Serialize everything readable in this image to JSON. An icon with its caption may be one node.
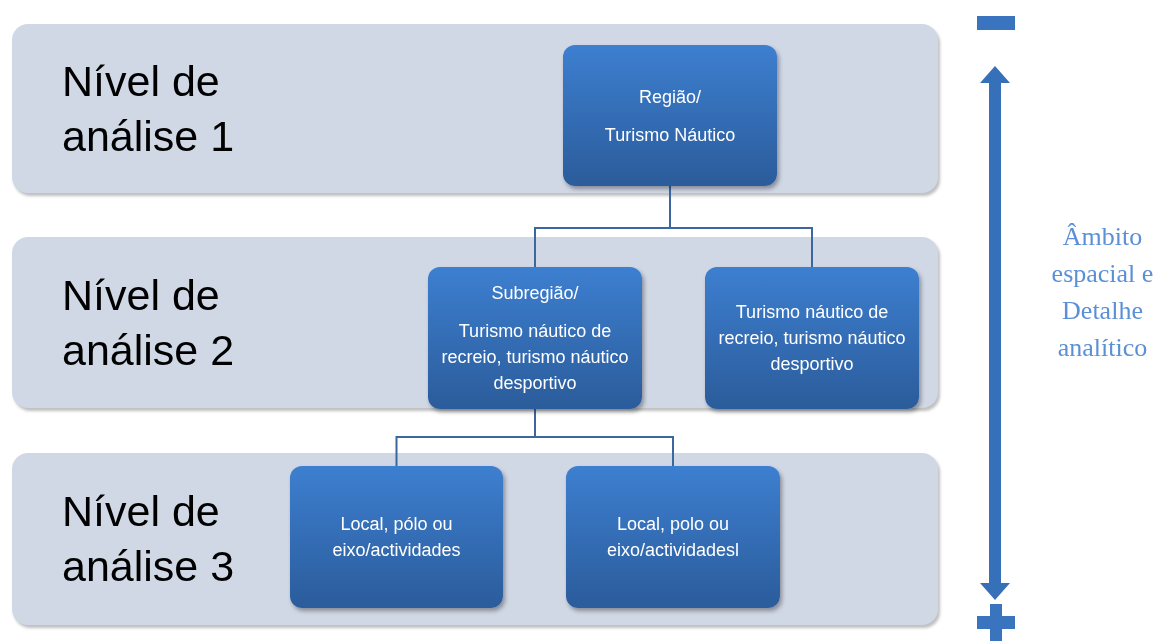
{
  "diagram": {
    "nodes": [
      {
        "text": [
          "Nível de análise 1"
        ]
      },
      {
        "text": [
          "Região/",
          "Turismo Náutico"
        ],
        "in": 0
      },
      {
        "text": [
          "Nível de análise 2"
        ]
      },
      {
        "text": [
          "Subregião/",
          "Turismo náutico de recreio, turismo náutico desportivo"
        ],
        "in": 2
      },
      {
        "text": [
          "Turismo náutico de recreio, turismo náutico desportivo"
        ],
        "in": 2
      },
      {
        "text": [
          "Nível de análise 3"
        ]
      },
      {
        "text": [
          "Local, pólo ou eixo/actividades"
        ],
        "in": 5
      },
      {
        "text": [
          "Local, polo ou eixo/actividadesl"
        ],
        "in": 5
      }
    ],
    "edges": [
      {
        "from": 1,
        "to": 3,
        "arrow": "none"
      },
      {
        "from": 1,
        "to": 4,
        "arrow": "none"
      },
      {
        "from": 3,
        "to": 6,
        "arrow": "none"
      },
      {
        "from": 3,
        "to": 7,
        "arrow": "none"
      }
    ],
    "labels": [
      "Âmbito espacial e Detalhe analítico"
    ]
  }
}
